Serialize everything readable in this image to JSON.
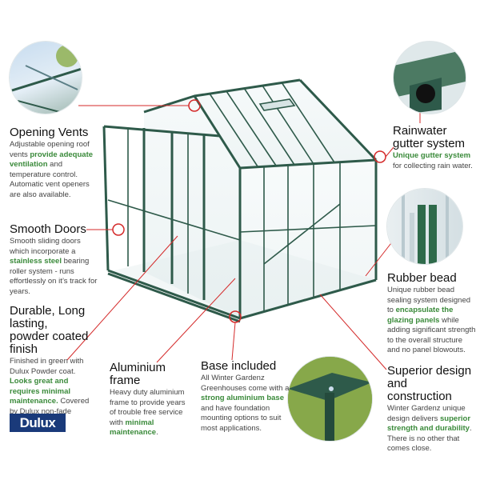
{
  "callouts": {
    "opening_vents": {
      "title": "Opening Vents",
      "body": [
        {
          "t": "Adjustable opening roof vents "
        },
        {
          "t": "provide adequate ventilation",
          "hl": true
        },
        {
          "t": " and temperature control. Automatic vent openers are also available."
        }
      ]
    },
    "smooth_doors": {
      "title": "Smooth Doors",
      "body": [
        {
          "t": "Smooth sliding doors which incorporate a "
        },
        {
          "t": "stainless steel",
          "hl": true
        },
        {
          "t": " bearing roller system - runs effortlessly on it’s track for years."
        }
      ]
    },
    "powder_coated": {
      "title": "Durable, Long lasting, powder coated finish",
      "body": [
        {
          "t": "Finished in green with Dulux Powder coat. "
        },
        {
          "t": "Looks great and requires minimal maintenance.",
          "hl": true
        },
        {
          "t": " Covered by Dulux non-fade warranty."
        }
      ]
    },
    "aluminium_frame": {
      "title": "Aluminium frame",
      "body": [
        {
          "t": "Heavy duty aluminium frame to provide years of trouble free service with "
        },
        {
          "t": "minimal maintenance",
          "hl": true
        },
        {
          "t": "."
        }
      ]
    },
    "base_included": {
      "title": "Base included",
      "body": [
        {
          "t": "All Winter Gardenz Greenhouses come with a "
        },
        {
          "t": "strong aluminium base",
          "hl": true
        },
        {
          "t": " and have foundation mounting options to suit most applications."
        }
      ]
    },
    "rainwater_gutter": {
      "title": "Rainwater gutter system",
      "body": [
        {
          "t": "Unique gutter system",
          "hl": true
        },
        {
          "t": " for collecting rain water."
        }
      ]
    },
    "rubber_bead": {
      "title": "Rubber bead",
      "body": [
        {
          "t": "Unique rubber bead sealing system designed to "
        },
        {
          "t": "encapsulate the glazing panels",
          "hl": true
        },
        {
          "t": " while adding significant strength to the overall structure and no panel blowouts."
        }
      ]
    },
    "superior_design": {
      "title": "Superior design and construction",
      "body": [
        {
          "t": "Winter Gardenz unique design delivers "
        },
        {
          "t": "superior strength and durability",
          "hl": true
        },
        {
          "t": ". There is no other that comes close."
        }
      ]
    }
  },
  "logo": {
    "text": "Dulux"
  },
  "colors": {
    "accent_green": "#3a8a3a",
    "frame_green": "#2e5a4a",
    "leader_red": "#d42a2a",
    "logo_blue": "#1a3a7a"
  }
}
